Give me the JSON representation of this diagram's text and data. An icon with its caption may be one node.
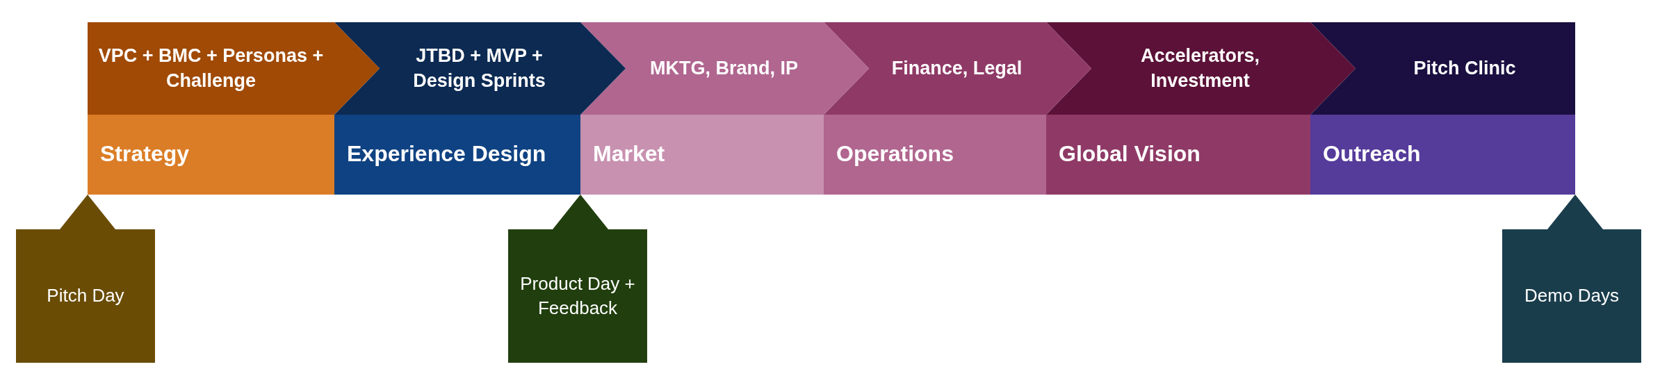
{
  "diagram": {
    "nodes": [
      {
        "text": [
          "VPC + BMC + Personas + Challenge"
        ]
      },
      {
        "text": [
          "JTBD + MVP + Design Sprints"
        ]
      },
      {
        "text": [
          "MKTG, Brand, IP"
        ]
      },
      {
        "text": [
          "Finance, Legal"
        ]
      },
      {
        "text": [
          "Accelerators, Investment"
        ]
      },
      {
        "text": [
          "Pitch Clinic"
        ]
      },
      {
        "text": [
          "Strategy"
        ]
      },
      {
        "text": [
          "Experience Design"
        ]
      },
      {
        "text": [
          "Market"
        ]
      },
      {
        "text": [
          "Operations"
        ]
      },
      {
        "text": [
          "Global Vision"
        ]
      },
      {
        "text": [
          "Outreach"
        ]
      },
      {
        "text": [
          "Pitch Day"
        ]
      },
      {
        "text": [
          "Product Day + Feedback"
        ]
      },
      {
        "text": [
          "Demo Days"
        ]
      }
    ],
    "edges": [
      {
        "from": 0,
        "to": 1,
        "arrow": "to"
      },
      {
        "from": 1,
        "to": 2,
        "arrow": "to"
      },
      {
        "from": 2,
        "to": 3,
        "arrow": "to"
      },
      {
        "from": 3,
        "to": 4,
        "arrow": "to"
      },
      {
        "from": 4,
        "to": 5,
        "arrow": "to"
      }
    ]
  }
}
